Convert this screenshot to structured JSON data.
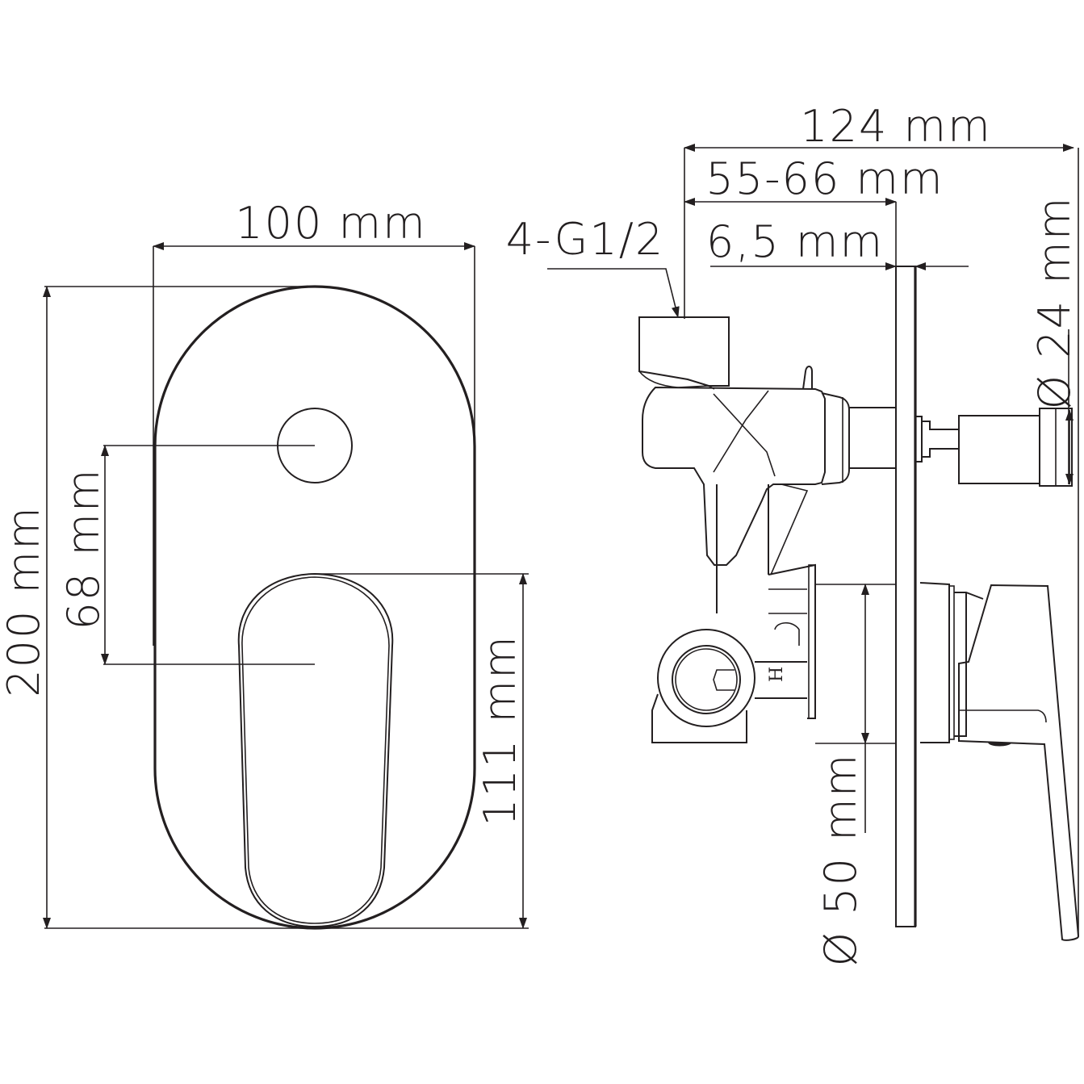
{
  "colors": {
    "line": "#231f20",
    "background": "#ffffff"
  },
  "front_view": {
    "width_label": "100 mm",
    "height_label": "200 mm",
    "handle_offset_label": "68 mm",
    "handle_height_label": "111 mm"
  },
  "side_view": {
    "total_depth_label": "124 mm",
    "install_depth_label": "55-66 mm",
    "plate_thickness_label": "6,5 mm",
    "connection_label": "4-G1/2",
    "button_diameter_label": "Ø 24 mm",
    "cartridge_diameter_label": "Ø 50 mm",
    "body_marking": "H"
  }
}
